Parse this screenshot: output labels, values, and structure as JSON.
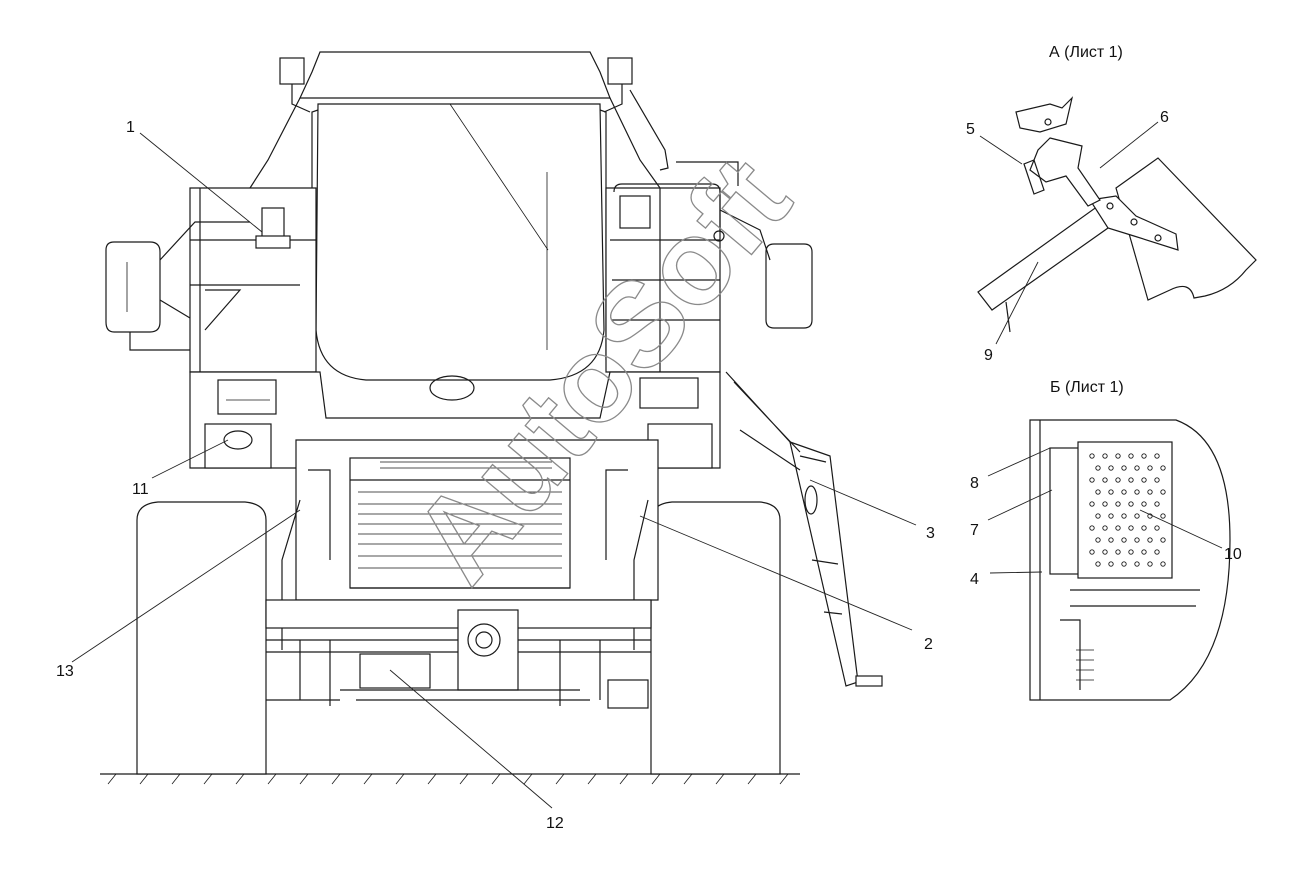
{
  "figure": {
    "view_titles": {
      "a": "А (Лист 1)",
      "b": "Б (Лист 1)"
    },
    "watermark": "AutoSoft",
    "callouts": [
      "1",
      "2",
      "3",
      "4",
      "5",
      "6",
      "7",
      "8",
      "9",
      "10",
      "11",
      "12",
      "13"
    ]
  }
}
